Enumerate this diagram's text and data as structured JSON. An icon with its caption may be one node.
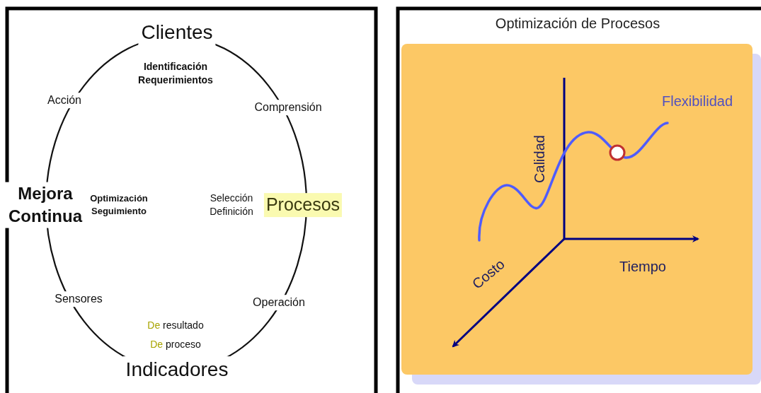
{
  "diagram": {
    "title": "Optimización de Procesos",
    "labels": [
      "Clientes",
      "Identificación Requerimientos",
      "Acción",
      "Comprensión",
      "Mejora Continua",
      "Optimización Seguimiento",
      "Selección Definición",
      "Procesos",
      "Sensores",
      "Operación",
      "De resultado",
      "De proceso",
      "Indicadores",
      "Flexibilidad",
      "Calidad",
      "Costo",
      "Tiempo"
    ]
  }
}
